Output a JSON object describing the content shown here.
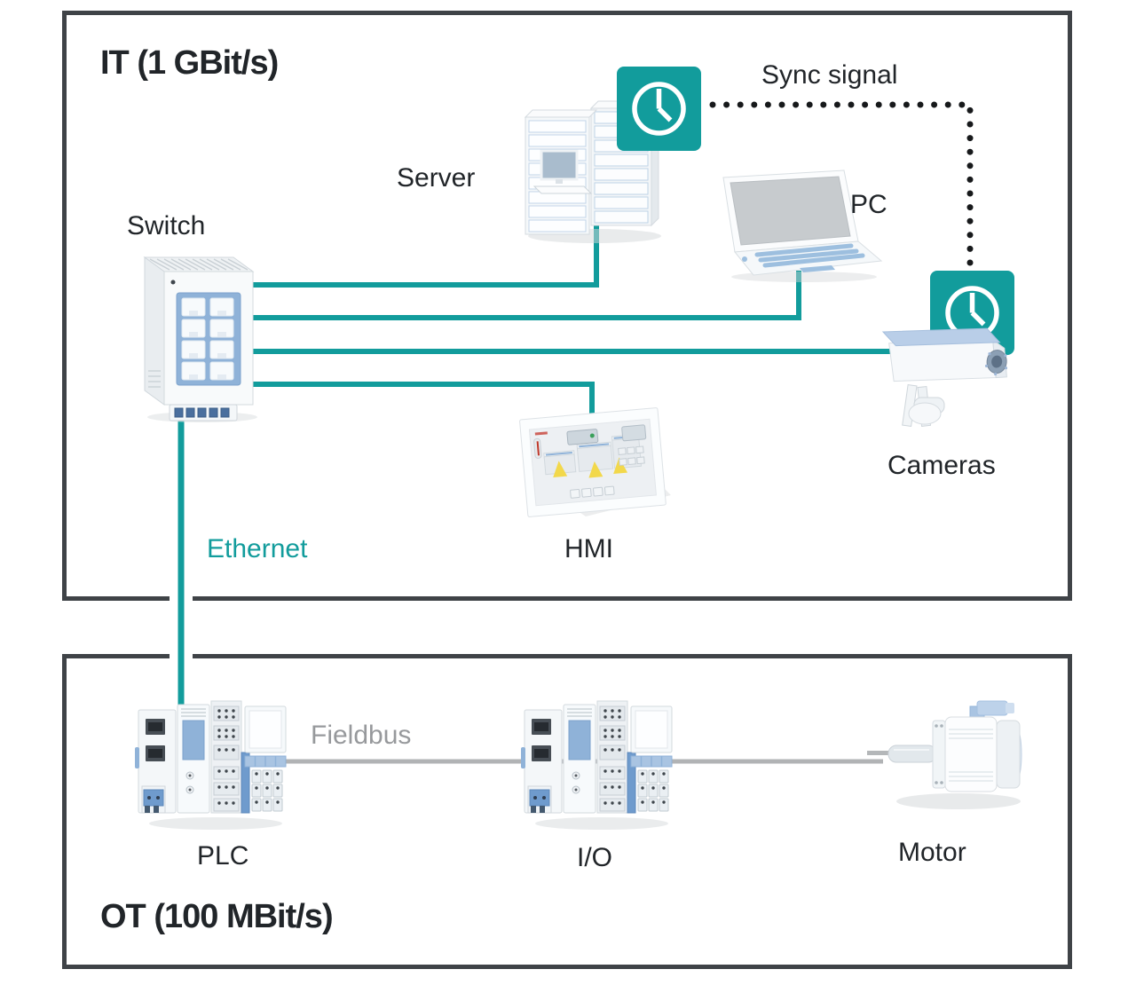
{
  "colors": {
    "accent_teal": "#129c9c",
    "box_border": "#3f4347",
    "text_dark": "#212529",
    "fieldbus_gray": "#b1b3b5",
    "fieldbus_label_gray": "#97999c",
    "sync_dot_black": "#17191b"
  },
  "zones": {
    "it": {
      "title": "IT (1 GBit/s)"
    },
    "ot": {
      "title": "OT (100 MBit/s)"
    }
  },
  "nodes": {
    "switch": {
      "label": "Switch"
    },
    "server": {
      "label": "Server"
    },
    "pc": {
      "label": "PC"
    },
    "cameras": {
      "label": "Cameras"
    },
    "hmi": {
      "label": "HMI"
    },
    "plc": {
      "label": "PLC"
    },
    "io": {
      "label": "I/O"
    },
    "motor": {
      "label": "Motor"
    }
  },
  "links": {
    "sync_signal": {
      "label": "Sync signal"
    },
    "ethernet": {
      "label": "Ethernet"
    },
    "fieldbus": {
      "label": "Fieldbus"
    }
  },
  "icons": {
    "clock": "clock-icon"
  }
}
